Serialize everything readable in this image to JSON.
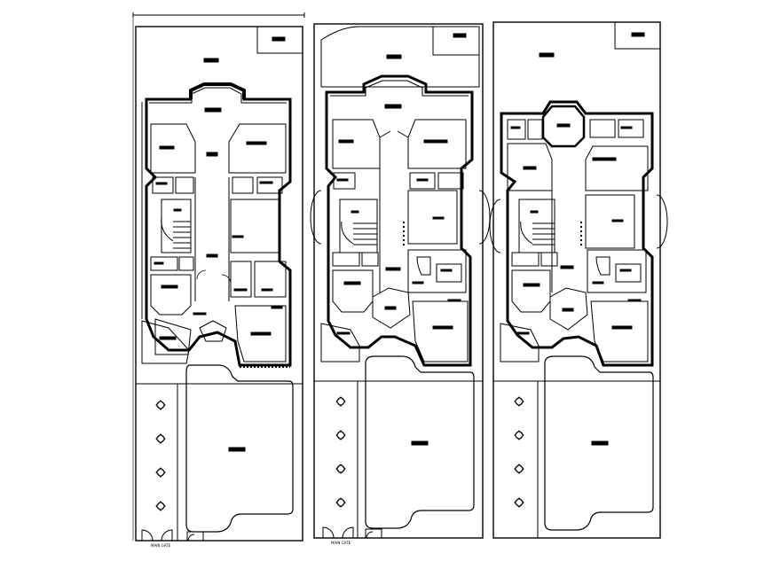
{
  "drawing": {
    "background": "#ffffff",
    "line_color": "#000000",
    "plans": [
      {
        "id": "plan-left",
        "gate_label": "MAIN GATE"
      },
      {
        "id": "plan-middle",
        "gate_label": "MAIN GATE"
      },
      {
        "id": "plan-right",
        "gate_label": ""
      }
    ]
  }
}
